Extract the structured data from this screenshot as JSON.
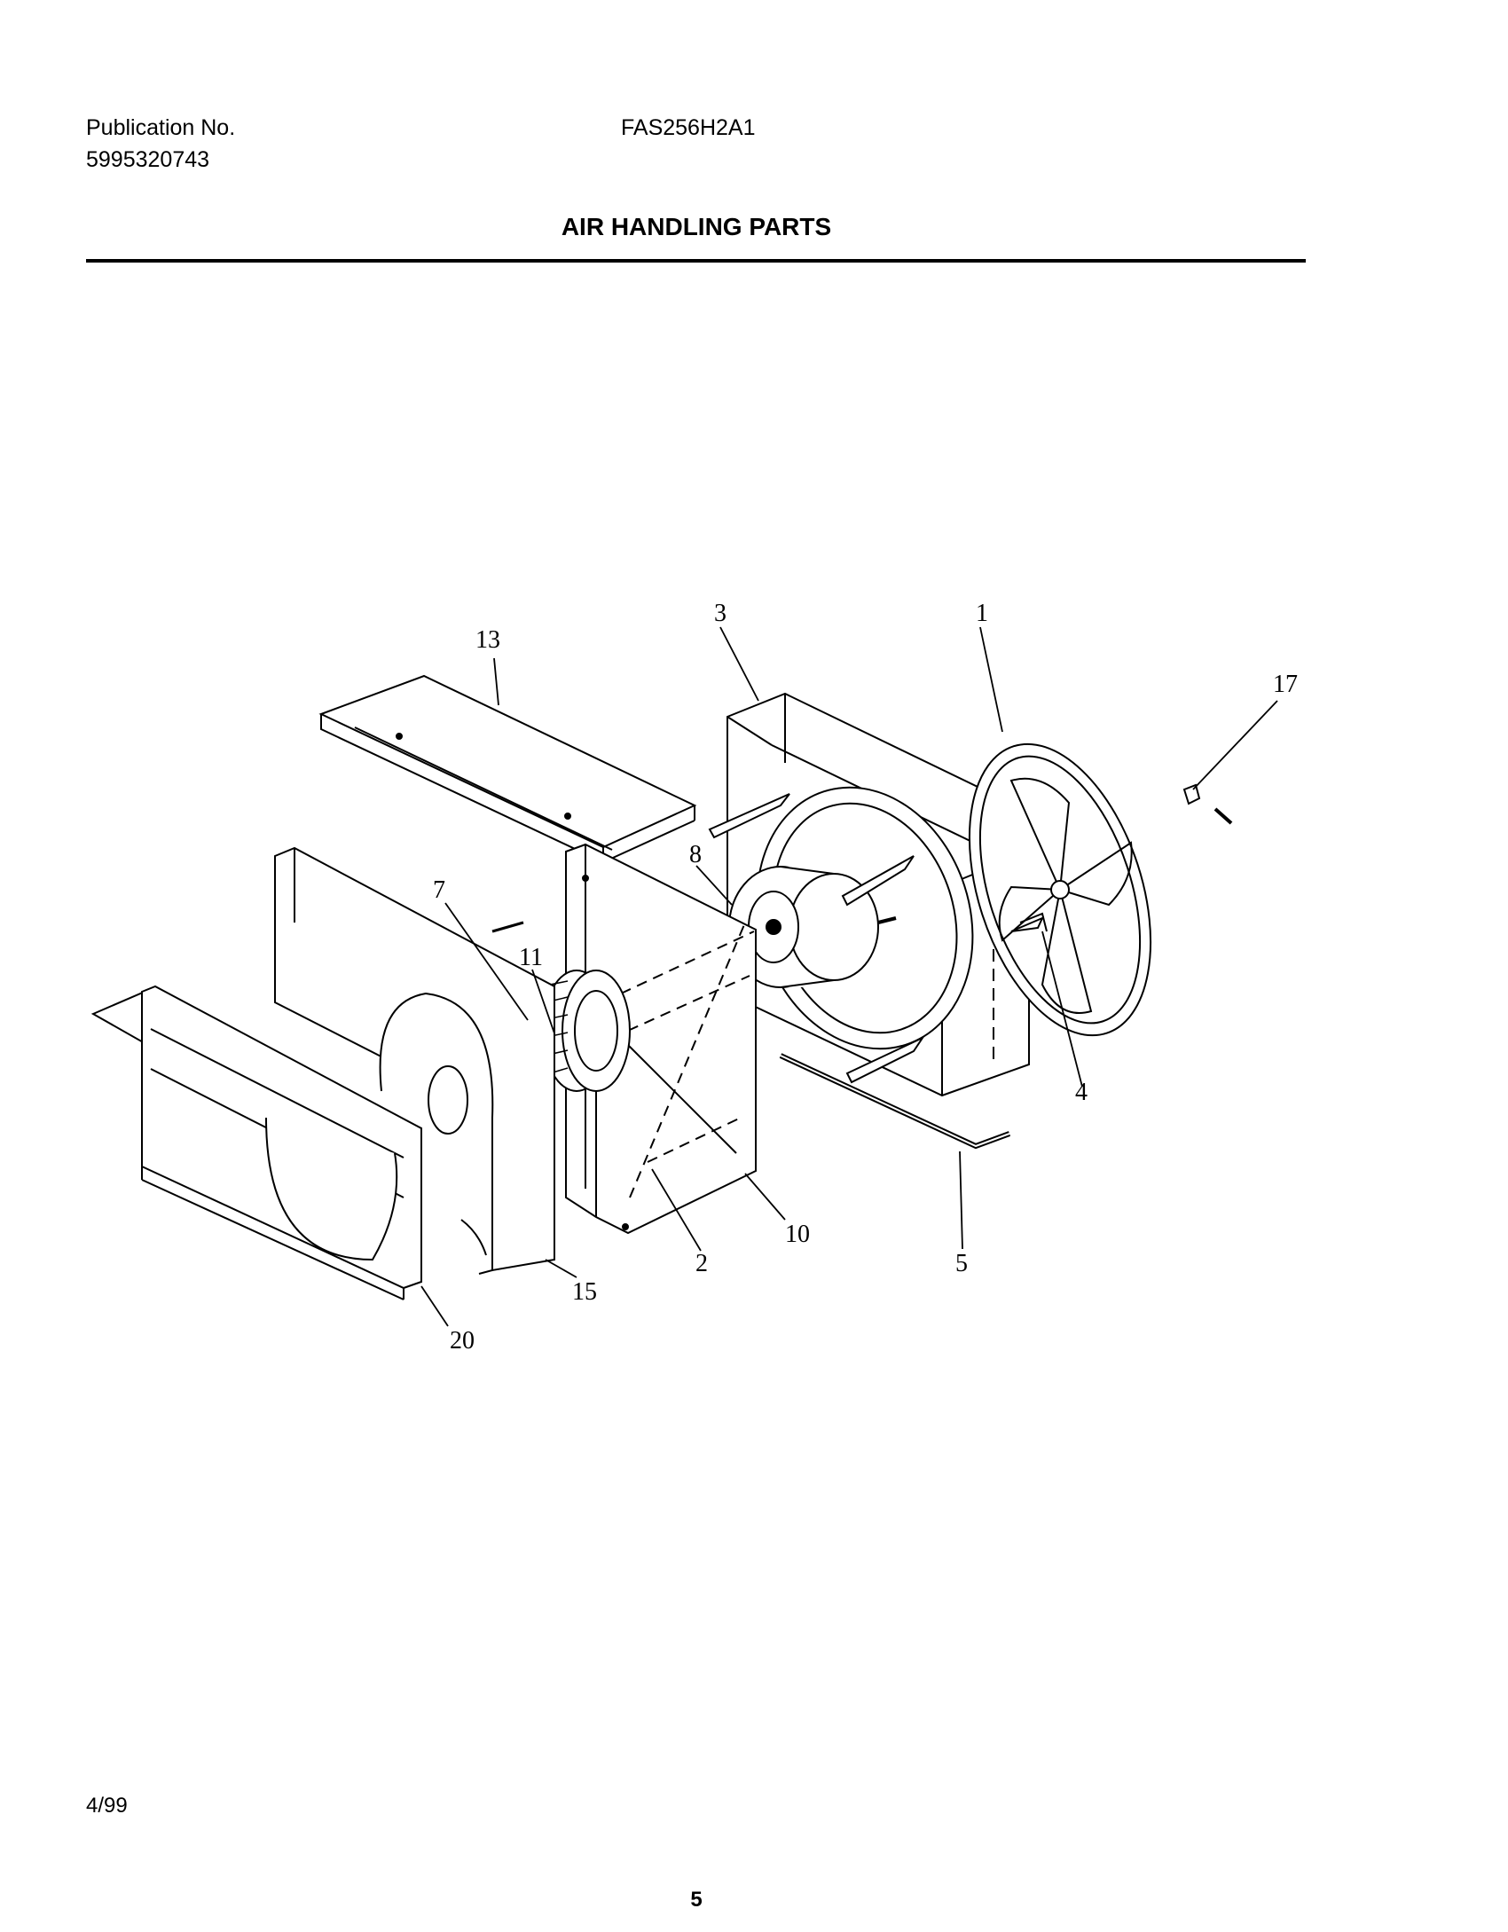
{
  "header": {
    "publication_label": "Publication No.",
    "publication_number": "5995320743",
    "model": "FAS256H2A1"
  },
  "title": "AIR HANDLING PARTS",
  "callouts": [
    "1",
    "2",
    "3",
    "4",
    "5",
    "7",
    "8",
    "10",
    "11",
    "13",
    "15",
    "17",
    "20"
  ],
  "footer": {
    "date": "4/99",
    "page": "5"
  }
}
